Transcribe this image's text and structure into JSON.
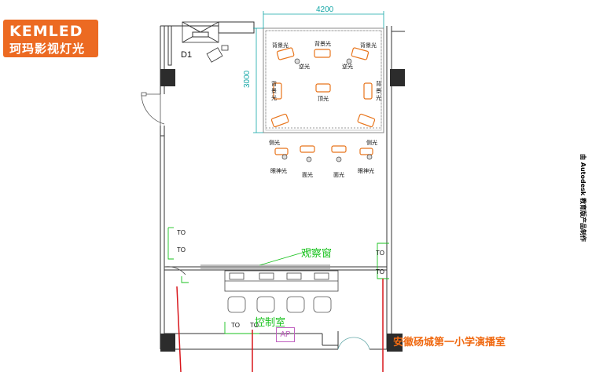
{
  "logo": {
    "brand_en": "KEMLED",
    "brand_cn": "珂玛影视灯光"
  },
  "dimensions": {
    "width": "4200",
    "depth": "3000"
  },
  "door_label": "D1",
  "lights": {
    "back_top_left": "背景光",
    "back_top_mid": "背景光",
    "back_top_right": "背景光",
    "back_side_left": "背景光",
    "back_side_right": "背景光",
    "contra_left": "逆光",
    "contra_right": "逆光",
    "top": "顶光",
    "side_left": "侧光",
    "side_right": "侧光",
    "eye_left": "眼神光",
    "eye_right": "眼神光",
    "face_left": "面光",
    "face_right": "面光"
  },
  "sockets": {
    "t1": "TO",
    "t2": "TO",
    "t3": "TO",
    "t4": "TO",
    "t5": "TO",
    "t6": "TO"
  },
  "observation_window": "观察窗",
  "control_room": "控制室",
  "ap": "AP",
  "title": "安徽砀城第一小学演播室",
  "side_note": "由 Autodesk 教育版产品制作",
  "colors": {
    "logo": "#ec6a22",
    "label_green": "#19c21e",
    "title_orange": "#f06a12",
    "dimension": "#13a6a6",
    "wire_red": "#d8151b",
    "ap_purple": "#c060c0"
  }
}
